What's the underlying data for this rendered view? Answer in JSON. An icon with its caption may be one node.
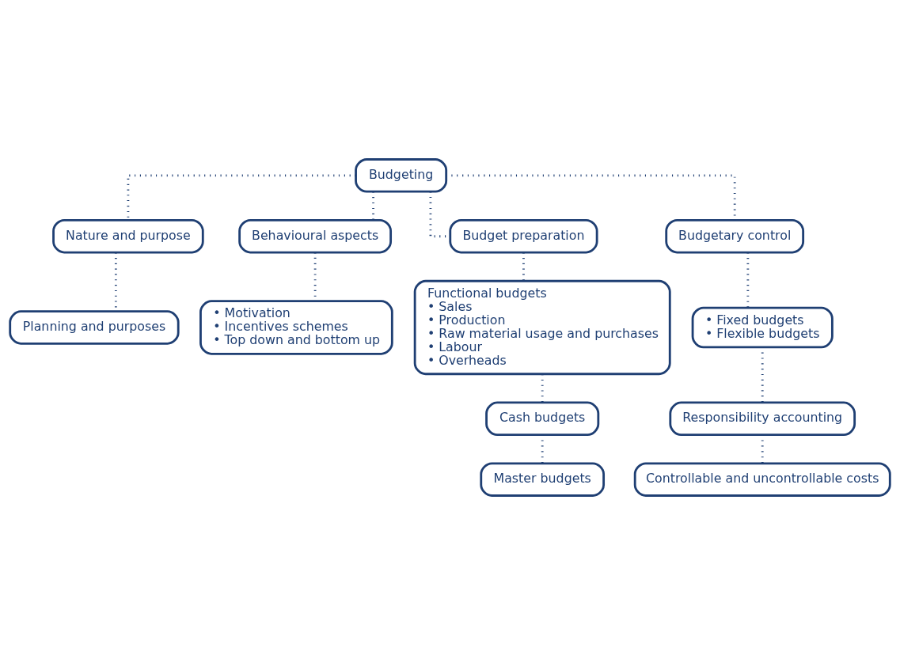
{
  "diagram": {
    "nodes": [
      {
        "text": [
          "Budgeting"
        ]
      },
      {
        "text": [
          "Nature and purpose"
        ]
      },
      {
        "text": [
          "Behavioural aspects"
        ]
      },
      {
        "text": [
          "Budget preparation"
        ]
      },
      {
        "text": [
          "Budgetary control"
        ]
      },
      {
        "text": [
          "Planning and purposes"
        ]
      },
      {
        "text": [
          "• Motivation",
          "• Incentives schemes",
          "• Top down and bottom up"
        ]
      },
      {
        "text": [
          "Functional budgets",
          "• Sales",
          "• Production",
          "• Raw material usage and purchases",
          "• Labour",
          "• Overheads"
        ]
      },
      {
        "text": [
          "Cash budgets"
        ]
      },
      {
        "text": [
          "Master budgets"
        ]
      },
      {
        "text": [
          "• Fixed budgets",
          "• Flexible budgets"
        ]
      },
      {
        "text": [
          "Responsibility accounting"
        ]
      },
      {
        "text": [
          "Controllable and uncontrollable costs"
        ]
      }
    ],
    "edges": [
      {
        "from": 0,
        "to": 1,
        "arrow": "none"
      },
      {
        "from": 0,
        "to": 2,
        "arrow": "none"
      },
      {
        "from": 0,
        "to": 3,
        "arrow": "none"
      },
      {
        "from": 0,
        "to": 4,
        "arrow": "none"
      },
      {
        "from": 1,
        "to": 5,
        "arrow": "none"
      },
      {
        "from": 2,
        "to": 6,
        "arrow": "none"
      },
      {
        "from": 3,
        "to": 7,
        "arrow": "none"
      },
      {
        "from": 7,
        "to": 8,
        "arrow": "none"
      },
      {
        "from": 8,
        "to": 9,
        "arrow": "none"
      },
      {
        "from": 4,
        "to": 10,
        "arrow": "none"
      },
      {
        "from": 10,
        "to": 11,
        "arrow": "none"
      },
      {
        "from": 11,
        "to": 12,
        "arrow": "none"
      }
    ]
  }
}
